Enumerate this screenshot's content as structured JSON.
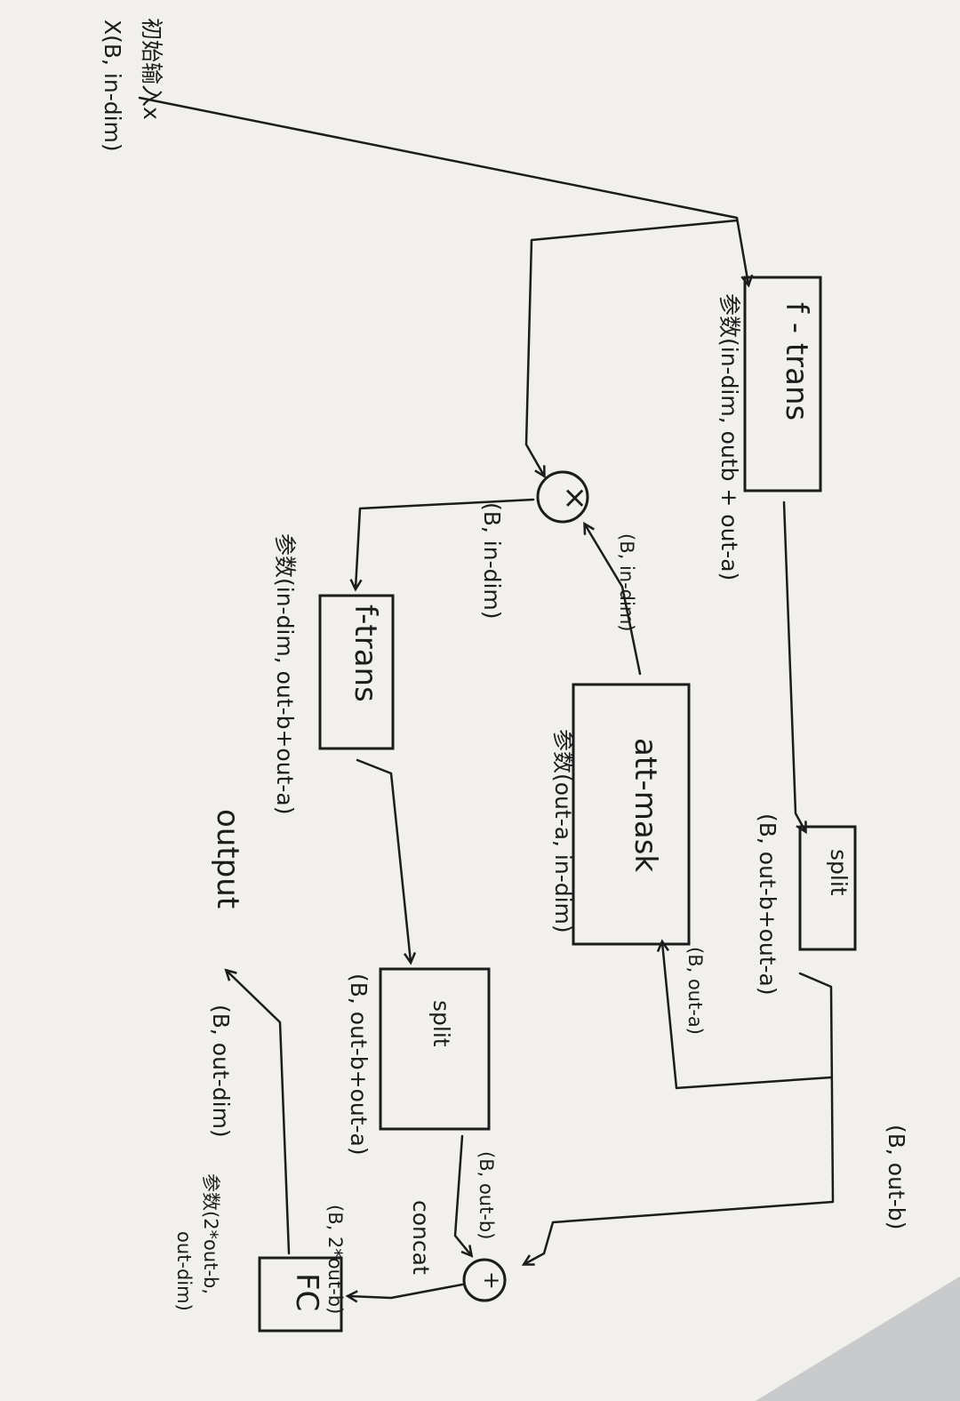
{
  "colors": {
    "paper": "#f1f0ec",
    "paper_shade": "#d9d9d6",
    "ink": "#1c1c1c",
    "background": "#bfc1c3"
  },
  "diagram": {
    "input_label": "初始输入x",
    "input_shape": "X(B, in-dim)",
    "nodes": {
      "ftrans1": "f - trans",
      "ftrans1_param": "参数(in-dim, outb + out-a)",
      "split1": "split",
      "multiply": "×",
      "attmask": "att-mask",
      "attmask_param": "参数(out-a, in-dim)",
      "ftrans2": "f-trans",
      "ftrans2_param": "参数(in-dim, out-b+out-a)",
      "split2": "split",
      "add": "+",
      "fc": "FC",
      "fc_param_line1": "参数(2*out-b,",
      "fc_param_line2": "out-dim)",
      "output": "output"
    },
    "edges": {
      "split1_in": "(B, out-b+out-a)",
      "split1_to_add": "(B, out-b)",
      "split1_to_attmask": "(B, out-a)",
      "attmask_to_mult": "(B, in-dim)",
      "mult_out": "(B, in-dim)",
      "split2_in": "(B, out-b+out-a)",
      "split2_to_add": "(B, out-b)",
      "concat": "concat",
      "concat_shape": "(B, 2*out-b)",
      "fc_out": "(B, out-dim)"
    }
  }
}
